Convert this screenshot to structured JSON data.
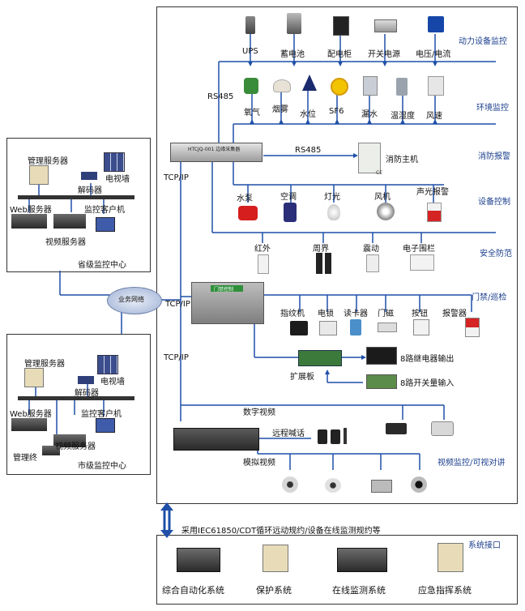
{
  "power_section": {
    "title": "动力设备监控",
    "devices": [
      "UPS",
      "蓄电池",
      "配电柜",
      "开关电源",
      "电压/电流"
    ]
  },
  "env_section": {
    "title": "环境监控",
    "devices": [
      "氧气",
      "烟雾",
      "水位",
      "SF6",
      "漏水",
      "温湿度",
      "风速"
    ]
  },
  "fire_section": {
    "title": "消防报警",
    "protocol": "RS485",
    "host": "消防主机"
  },
  "control_section": {
    "title": "设备控制",
    "devices": [
      "水泵",
      "空调",
      "灯光",
      "风机",
      "声光报警"
    ]
  },
  "security_section": {
    "title": "安全防范",
    "devices": [
      "红外",
      "周界",
      "震动",
      "电子围栏"
    ]
  },
  "access_section": {
    "title": "门禁/巡检",
    "devices": [
      "指纹机",
      "电锁",
      "读卡器",
      "门磁",
      "按钮",
      "报警器"
    ],
    "expansion": "扩展板",
    "relay_out": "8路继电器输出",
    "switch_in": "8路开关量输入"
  },
  "video_section": {
    "title": "视频监控/可视对讲",
    "digital": "数字视频",
    "intercom": "远程喊话",
    "analog": "模拟视频"
  },
  "links": {
    "rs485": "RS485",
    "tcpip": "TCP/IP",
    "network": "业务网络"
  },
  "collector_label": "HTCJQ-001 边缘采集器",
  "access_controller_label": "门禁控制",
  "provincial_center": {
    "title": "省级监控中心",
    "mgmt": "管理服务器",
    "decoder": "解码器",
    "wall": "电视墙",
    "web": "Web服务器",
    "client": "监控客户机",
    "video": "视频服务器"
  },
  "city_center": {
    "title": "市级监控中心",
    "mgmt": "管理服务器",
    "decoder": "解码器",
    "wall": "电视墙",
    "web": "Web服务器",
    "client": "监控客户机",
    "video": "视频服务器",
    "mgmt2": "管理终"
  },
  "protocol_note": "采用IEC61850/CDT循环远动规约/设备在线监测规约等",
  "interface": {
    "title": "系统接口",
    "systems": [
      "综合自动化系统",
      "保护系统",
      "在线监测系统",
      "应急指挥系统"
    ]
  },
  "colors": {
    "line": "#1f4fa8",
    "label": "#1a3e8c",
    "border": "#333333"
  }
}
